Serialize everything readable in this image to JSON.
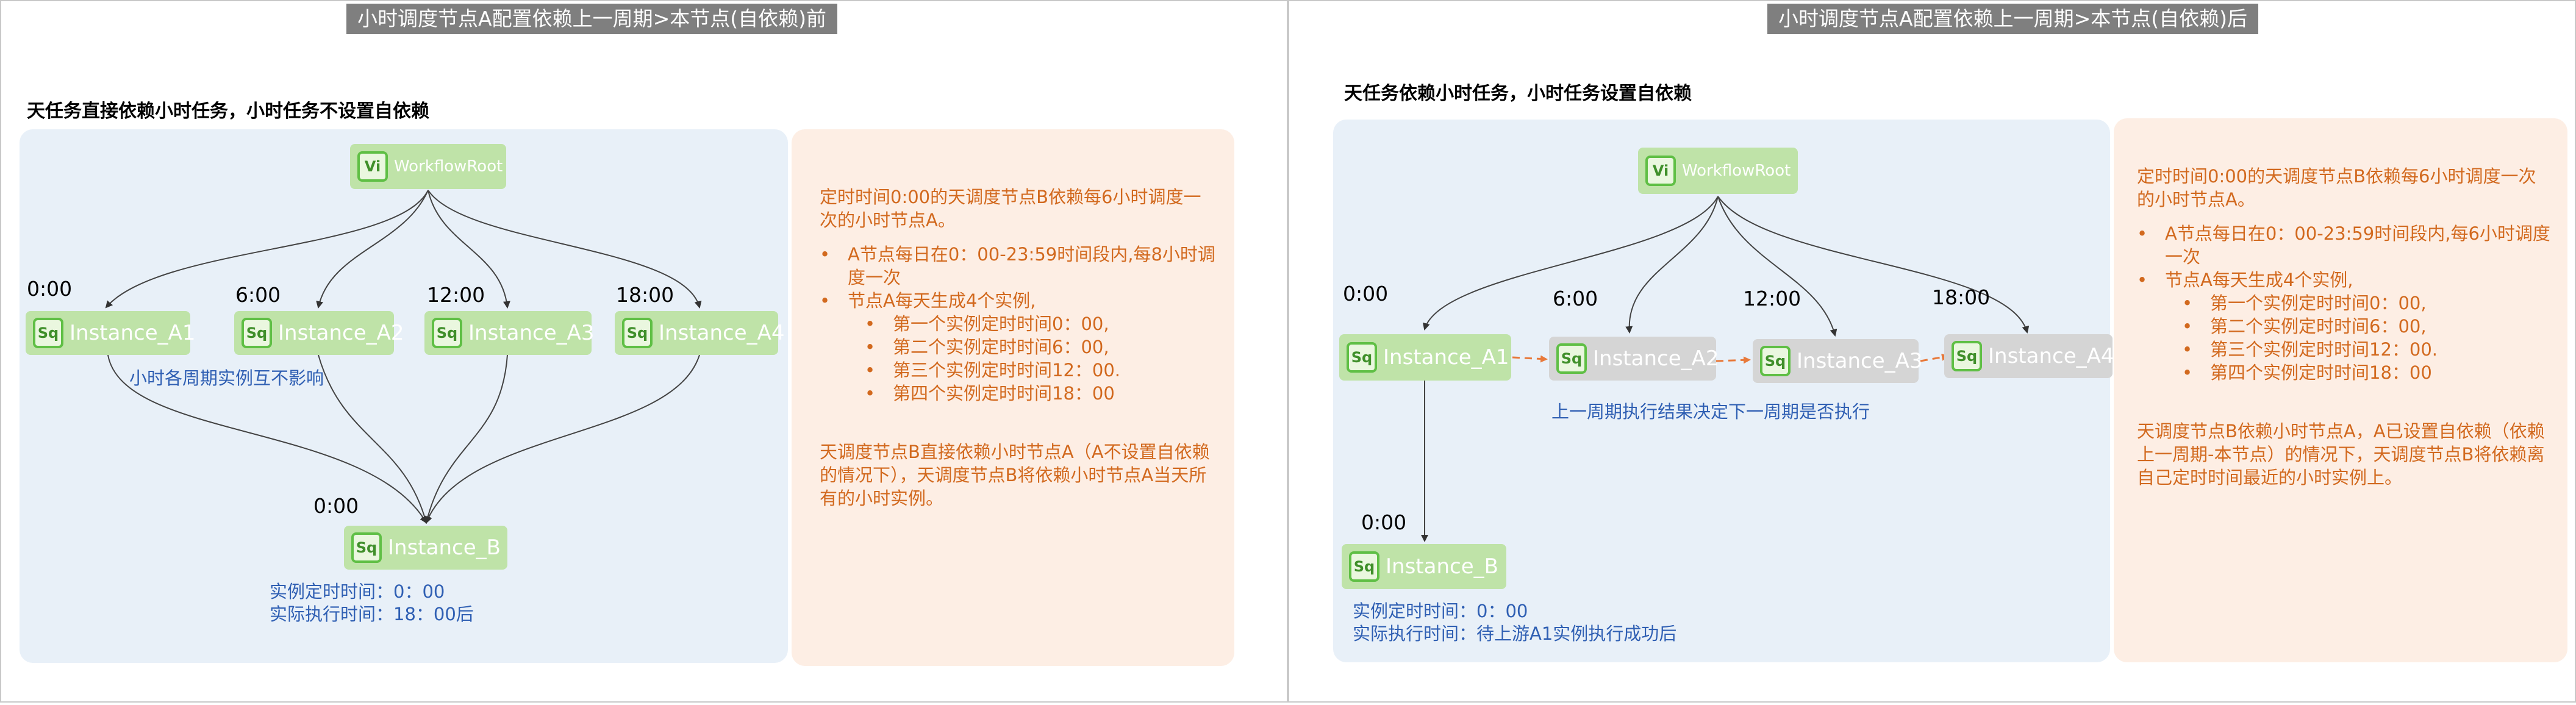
{
  "left": {
    "header": "小时调度节点A配置依赖上一周期>本节点(自依赖)前",
    "subtitle": "天任务直接依赖小时任务，小时任务不设置自依赖",
    "root": {
      "icon": "Vi",
      "label": "WorkflowRoot"
    },
    "instances": [
      {
        "icon": "Sq",
        "label": "Instance_A1",
        "time": "0:00"
      },
      {
        "icon": "Sq",
        "label": "Instance_A2",
        "time": "6:00"
      },
      {
        "icon": "Sq",
        "label": "Instance_A3",
        "time": "12:00"
      },
      {
        "icon": "Sq",
        "label": "Instance_A4",
        "time": "18:00"
      }
    ],
    "note": "小时各周期实例互不影响",
    "node_b": {
      "icon": "Sq",
      "label": "Instance_B",
      "time": "0:00"
    },
    "b_info": [
      "实例定时时间：0：00",
      "实际执行时间：18：00后"
    ],
    "desc": {
      "intro": "定时时间0:00的天调度节点B依赖每6小时调度一次的小时节点A。",
      "bullets": [
        "A节点每日在0：00-23:59时间段内,每8小时调度一次",
        "节点A每天生成4个实例,"
      ],
      "sub_bullets": [
        "第一个实例定时时间0：00,",
        "第二个实例定时时间6：00,",
        "第三个实例定时时间12：00.",
        "第四个实例定时时间18：00"
      ],
      "conclusion": "天调度节点B直接依赖小时节点A（A不设置自依赖的情况下），天调度节点B将依赖小时节点A当天所有的小时实例。"
    }
  },
  "right": {
    "header": "小时调度节点A配置依赖上一周期>本节点(自依赖)后",
    "subtitle": "天任务依赖小时任务，小时任务设置自依赖",
    "root": {
      "icon": "Vi",
      "label": "WorkflowRoot"
    },
    "instances": [
      {
        "icon": "Sq",
        "label": "Instance_A1",
        "time": "0:00"
      },
      {
        "icon": "Sq",
        "label": "Instance_A2",
        "time": "6:00"
      },
      {
        "icon": "Sq",
        "label": "Instance_A3",
        "time": "12:00"
      },
      {
        "icon": "Sq",
        "label": "Instance_A4",
        "time": "18:00"
      }
    ],
    "note": "上一周期执行结果决定下一周期是否执行",
    "node_b": {
      "icon": "Sq",
      "label": "Instance_B",
      "time": "0:00"
    },
    "b_info": [
      "实例定时时间：0：00",
      "实际执行时间：待上游A1实例执行成功后"
    ],
    "desc": {
      "intro": "定时时间0:00的天调度节点B依赖每6小时调度一次的小时节点A。",
      "bullets": [
        "A节点每日在0：00-23:59时间段内,每6小时调度一次",
        "节点A每天生成4个实例,"
      ],
      "sub_bullets": [
        "第一个实例定时时间0：00,",
        "第二个实例定时时间6：00,",
        "第三个实例定时时间12：00.",
        "第四个实例定时时间18：00"
      ],
      "conclusion": "天调度节点B依赖小时节点A，A已设置自依赖（依赖上一周期-本节点）的情况下，天调度节点B将依赖离自己定时时间最近的小时实例上。"
    }
  },
  "colors": {
    "node_green": "#bfe3a8",
    "node_grey": "#d5d5d5",
    "dashed_arrow": "#e8793a",
    "note_blue": "#2f5fb3",
    "desc_orange": "#d2691e"
  }
}
